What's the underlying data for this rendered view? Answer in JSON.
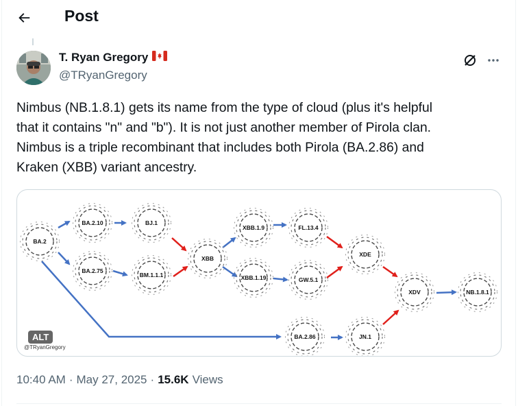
{
  "header": {
    "title": "Post",
    "back_icon": "arrow-left-icon"
  },
  "author": {
    "display_name": "T. Ryan Gregory",
    "flag": "🇨🇦",
    "handle": "@TRyanGregory"
  },
  "actions": {
    "grok_icon": "grok-icon",
    "more_icon": "more-icon"
  },
  "tweet": {
    "text": "Nimbus (NB.1.8.1) gets its name from the type of cloud (plus it's helpful\nthat it contains \"n\" and \"b\"). It is not just another member of Pirola clan.\nNimbus is a triple recombinant that includes both Pirola (BA.2.86) and\nKraken (XBB) variant ancestry."
  },
  "media": {
    "alt_label": "ALT",
    "watermark": "@TRyanGregory",
    "nodes": [
      "BA.2",
      "BA.2.10",
      "BJ.1",
      "BA.2.75",
      "BM.1.1.1",
      "XBB",
      "XBB.1.9",
      "FL.13.4",
      "XBB.1.19",
      "GW.5.1",
      "XDE",
      "XDV",
      "NB.1.8.1",
      "BA.2.86",
      "JN.1"
    ],
    "colors": {
      "blue_arrow": "#4472c4",
      "red_arrow": "#e0201b"
    }
  },
  "meta": {
    "time": "10:40 AM",
    "separator": "·",
    "date": "May 27, 2025",
    "separator2": "·",
    "views_count": "15.6K",
    "views_label": "Views"
  }
}
